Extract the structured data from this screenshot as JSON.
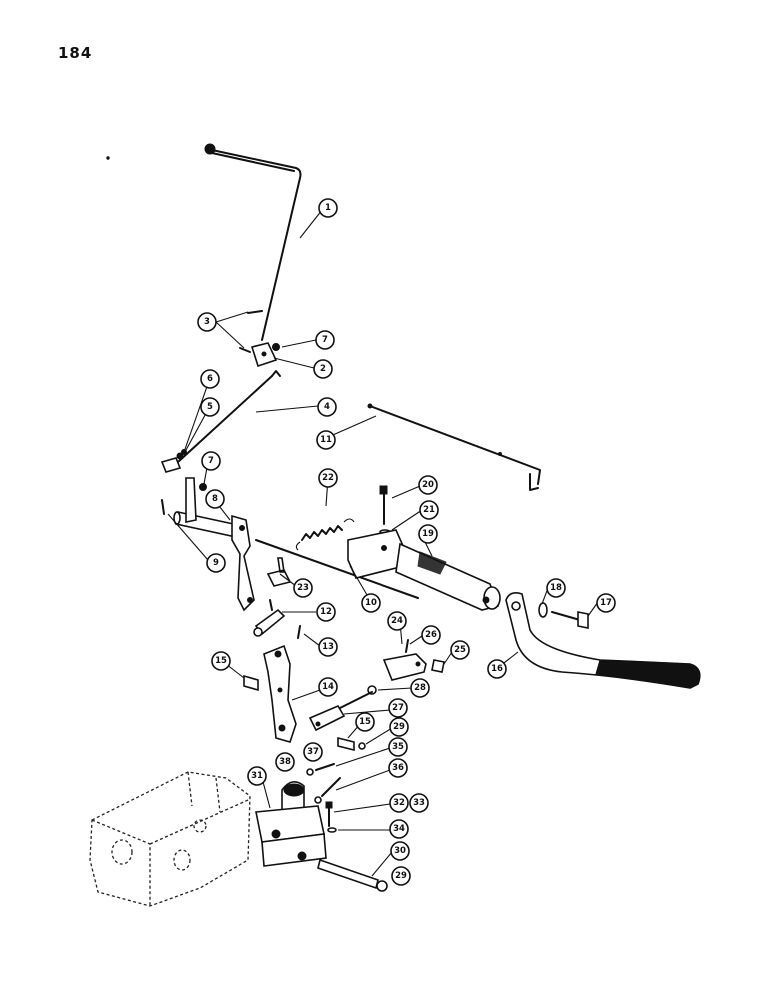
{
  "page_number": "184",
  "callouts": [
    {
      "id": "c1",
      "label": "1"
    },
    {
      "id": "c3",
      "label": "3"
    },
    {
      "id": "c7a",
      "label": "7"
    },
    {
      "id": "c2",
      "label": "2"
    },
    {
      "id": "c6",
      "label": "6"
    },
    {
      "id": "c5",
      "label": "5"
    },
    {
      "id": "c4",
      "label": "4"
    },
    {
      "id": "c11",
      "label": "11"
    },
    {
      "id": "c7b",
      "label": "7"
    },
    {
      "id": "c8",
      "label": "8"
    },
    {
      "id": "c22",
      "label": "22"
    },
    {
      "id": "c20",
      "label": "20"
    },
    {
      "id": "c21",
      "label": "21"
    },
    {
      "id": "c19",
      "label": "19"
    },
    {
      "id": "c9",
      "label": "9"
    },
    {
      "id": "c23",
      "label": "23"
    },
    {
      "id": "c10",
      "label": "10"
    },
    {
      "id": "c18",
      "label": "18"
    },
    {
      "id": "c17",
      "label": "17"
    },
    {
      "id": "c12",
      "label": "12"
    },
    {
      "id": "c24",
      "label": "24"
    },
    {
      "id": "c26",
      "label": "26"
    },
    {
      "id": "c13",
      "label": "13"
    },
    {
      "id": "c25",
      "label": "25"
    },
    {
      "id": "c16",
      "label": "16"
    },
    {
      "id": "c15a",
      "label": "15"
    },
    {
      "id": "c14",
      "label": "14"
    },
    {
      "id": "c28",
      "label": "28"
    },
    {
      "id": "c27",
      "label": "27"
    },
    {
      "id": "c15b",
      "label": "15"
    },
    {
      "id": "c29a",
      "label": "29"
    },
    {
      "id": "c37",
      "label": "37"
    },
    {
      "id": "c35",
      "label": "35"
    },
    {
      "id": "c38",
      "label": "38"
    },
    {
      "id": "c36",
      "label": "36"
    },
    {
      "id": "c31",
      "label": "31"
    },
    {
      "id": "c32",
      "label": "32"
    },
    {
      "id": "c33",
      "label": "33"
    },
    {
      "id": "c34",
      "label": "34"
    },
    {
      "id": "c30",
      "label": "30"
    },
    {
      "id": "c29b",
      "label": "29"
    }
  ]
}
